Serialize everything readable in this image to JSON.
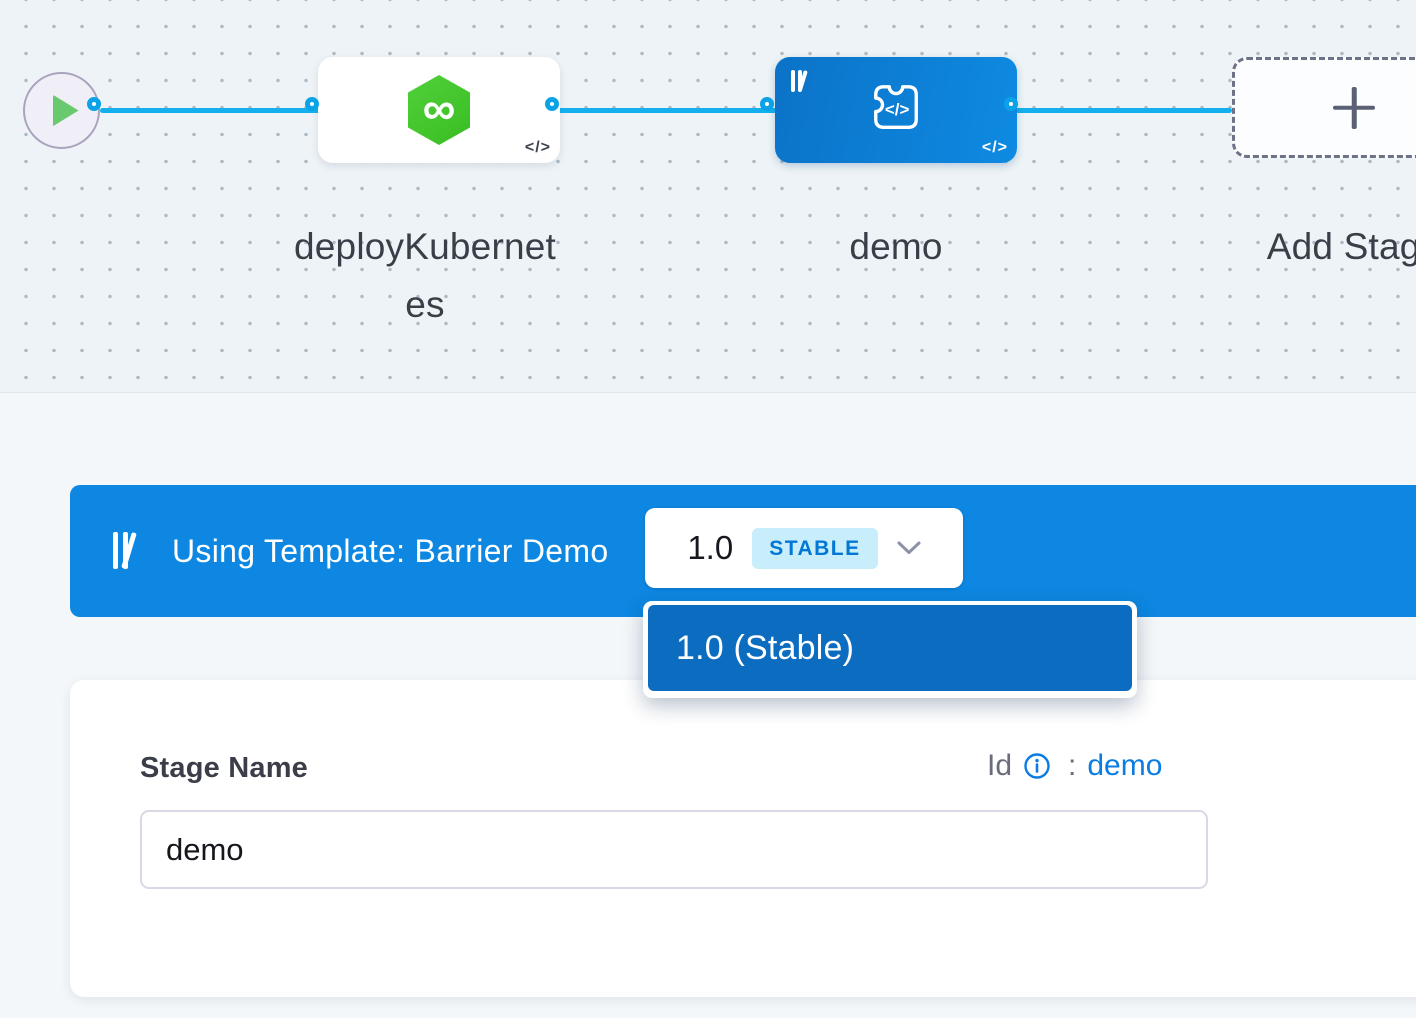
{
  "pipeline_canvas": {
    "start_node": "pipeline-start",
    "stages": [
      {
        "label": "deployKubernetes",
        "icon": "harness-deploy-hexagon-icon",
        "icon_glyph": "∞",
        "code_icon": "</>"
      },
      {
        "label": "demo",
        "icon": "custom-stage-template-icon",
        "icon_glyph": "</>",
        "code_icon": "</>",
        "selected": true
      }
    ],
    "add_stage_label": "Add Stage",
    "add_stage_icon": "plus-icon"
  },
  "template_banner": {
    "icon": "template-library-icon",
    "text": "Using Template: Barrier Demo",
    "version_value": "1.0",
    "version_badge": "STABLE",
    "chevron_icon": "chevron-down-icon"
  },
  "version_dropdown": {
    "selected_item": "1.0 (Stable)"
  },
  "stage_overview": {
    "name_label": "Stage Name",
    "id_label": "Id",
    "id_info_icon": "info-icon",
    "id_colon": ":",
    "id_value": "demo",
    "name_input_value": "demo"
  },
  "colors": {
    "banner_blue": "#0d87e1",
    "dropdown_item_blue": "#0b6cc0",
    "connector_blue": "#14b0ee",
    "port_ring_blue": "#0ba2e8",
    "stage_node_blue_start": "#0b73c7",
    "stage_node_blue_end": "#0e8ae2",
    "hexagon_green": "#3fc32a",
    "play_green": "#68c96e",
    "badge_bg": "#c8eefc",
    "badge_text": "#0277d3",
    "link_blue": "#0a7ce2",
    "canvas_bg": "#edf3f6",
    "section_bg": "#f3f7f9"
  }
}
